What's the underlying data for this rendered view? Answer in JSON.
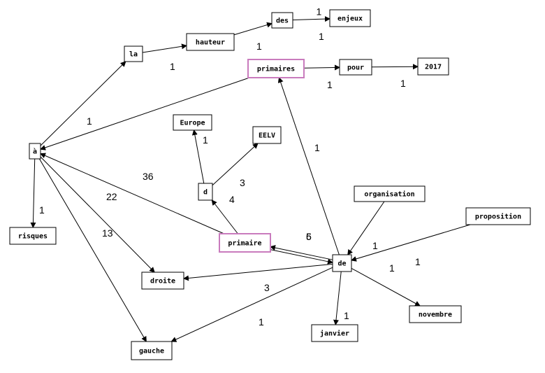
{
  "colors": {
    "background": "#ffffff",
    "line": "#000000",
    "highlight": "#c97bbd"
  },
  "nodes": [
    {
      "id": "a",
      "label": "à"
    },
    {
      "id": "la",
      "label": "la"
    },
    {
      "id": "hauteur",
      "label": "hauteur"
    },
    {
      "id": "des",
      "label": "des"
    },
    {
      "id": "enjeux",
      "label": "enjeux"
    },
    {
      "id": "primaires",
      "label": "primaires",
      "highlight": true
    },
    {
      "id": "pour",
      "label": "pour"
    },
    {
      "id": "y2017",
      "label": "2017"
    },
    {
      "id": "europe",
      "label": "Europe"
    },
    {
      "id": "eelv",
      "label": "EELV"
    },
    {
      "id": "d",
      "label": "d"
    },
    {
      "id": "organisation",
      "label": "organisation"
    },
    {
      "id": "proposition",
      "label": "proposition"
    },
    {
      "id": "risques",
      "label": "risques"
    },
    {
      "id": "primaire",
      "label": "primaire",
      "highlight": true
    },
    {
      "id": "de",
      "label": "de"
    },
    {
      "id": "droite",
      "label": "droite"
    },
    {
      "id": "novembre",
      "label": "novembre"
    },
    {
      "id": "janvier",
      "label": "janvier"
    },
    {
      "id": "gauche",
      "label": "gauche"
    }
  ],
  "edges": [
    {
      "from": "a",
      "to": "la",
      "weight": "1"
    },
    {
      "from": "la",
      "to": "hauteur",
      "weight": "1"
    },
    {
      "from": "hauteur",
      "to": "des",
      "weight": "1"
    },
    {
      "from": "des",
      "to": "enjeux",
      "weight": "1"
    },
    {
      "from": "primaires",
      "to": "a",
      "weight": "1"
    },
    {
      "from": "primaires",
      "to": "pour",
      "weight": "1"
    },
    {
      "from": "pour",
      "to": "y2017",
      "weight": "1"
    },
    {
      "from": "a",
      "to": "risques",
      "weight": "1"
    },
    {
      "from": "primaire",
      "to": "a",
      "weight": "36"
    },
    {
      "from": "a",
      "to": "droite",
      "weight": "22"
    },
    {
      "from": "a",
      "to": "gauche",
      "weight": "13"
    },
    {
      "from": "d",
      "to": "europe",
      "weight": "1"
    },
    {
      "from": "d",
      "to": "eelv",
      "weight": "3"
    },
    {
      "from": "primaire",
      "to": "d",
      "weight": "4"
    },
    {
      "from": "de",
      "to": "primaires",
      "weight": "1"
    },
    {
      "from": "de",
      "to": "primaire",
      "weight": "6"
    },
    {
      "from": "primaire",
      "to": "de",
      "weight": "5"
    },
    {
      "from": "organisation",
      "to": "de",
      "weight": "1"
    },
    {
      "from": "proposition",
      "to": "de",
      "weight": "1"
    },
    {
      "from": "de",
      "to": "novembre",
      "weight": "1"
    },
    {
      "from": "de",
      "to": "janvier",
      "weight": "1"
    },
    {
      "from": "de",
      "to": "droite",
      "weight": "3"
    },
    {
      "from": "de",
      "to": "gauche",
      "weight": "1"
    }
  ]
}
